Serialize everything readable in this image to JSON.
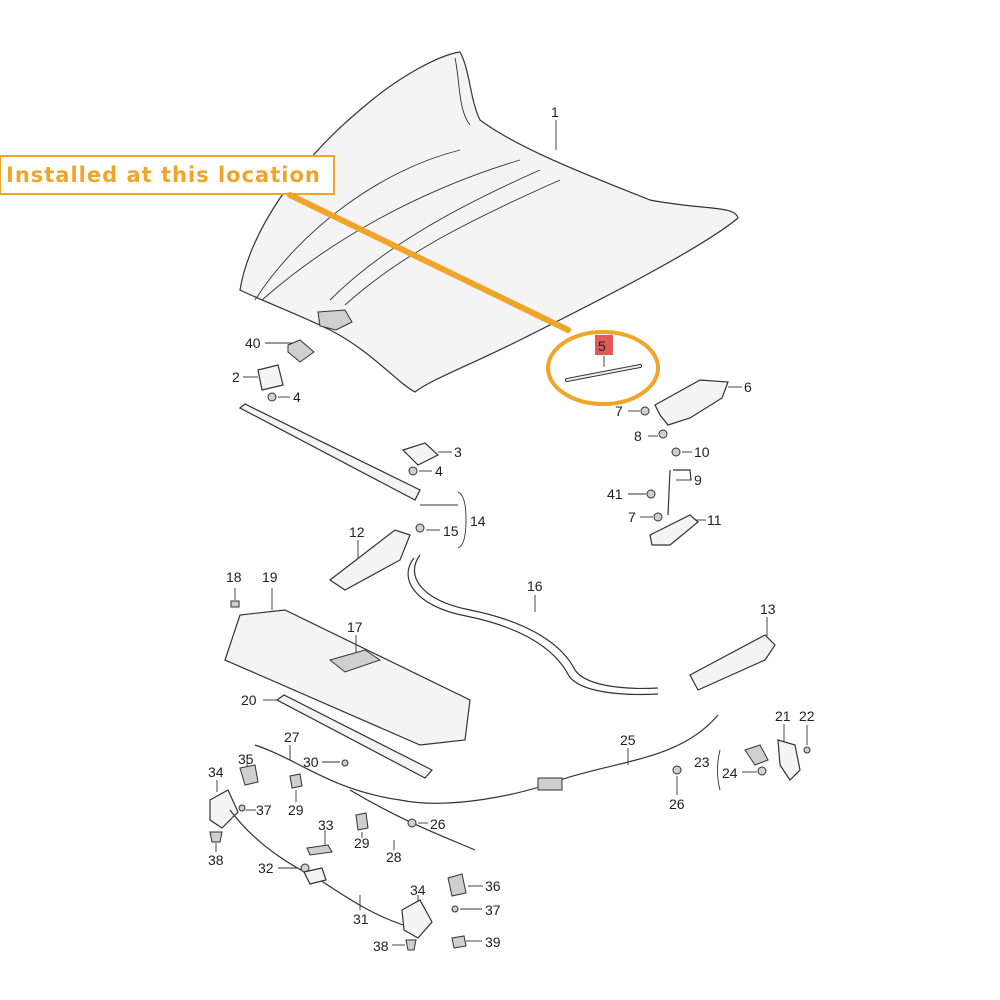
{
  "callout": {
    "text": "Installed at this location",
    "color": "#f0a52a"
  },
  "highlight": {
    "label": "5",
    "color": "#e05a5a"
  },
  "labels": {
    "p1": "1",
    "p2": "2",
    "p3": "3",
    "p4a": "4",
    "p4b": "4",
    "p6": "6",
    "p7a": "7",
    "p7b": "7",
    "p8": "8",
    "p9": "9",
    "p10": "10",
    "p11": "11",
    "p12": "12",
    "p13": "13",
    "p14": "14",
    "p15": "15",
    "p16": "16",
    "p17": "17",
    "p18": "18",
    "p19": "19",
    "p20": "20",
    "p21": "21",
    "p22": "22",
    "p23": "23",
    "p24": "24",
    "p25": "25",
    "p26a": "26",
    "p26b": "26",
    "p27": "27",
    "p28": "28",
    "p29a": "29",
    "p29b": "29",
    "p30": "30",
    "p31": "31",
    "p32": "32",
    "p33": "33",
    "p34a": "34",
    "p34b": "34",
    "p35": "35",
    "p36": "36",
    "p37a": "37",
    "p37b": "37",
    "p38a": "38",
    "p38b": "38",
    "p39": "39",
    "p40": "40",
    "p41": "41"
  }
}
